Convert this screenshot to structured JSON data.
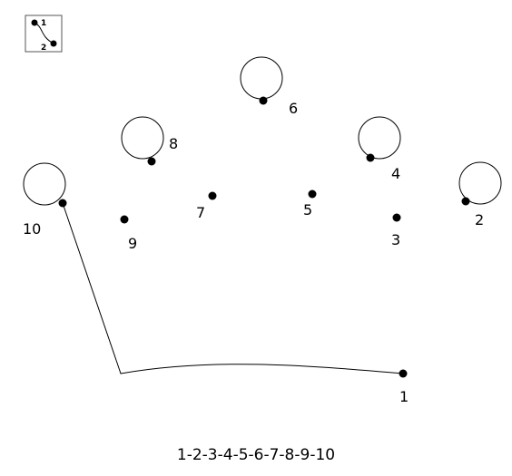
{
  "legend": {
    "first": "1",
    "second": "2",
    "icon": "connect-dots-icon"
  },
  "dots": [
    {
      "label": "1"
    },
    {
      "label": "2"
    },
    {
      "label": "3"
    },
    {
      "label": "4"
    },
    {
      "label": "5"
    },
    {
      "label": "6"
    },
    {
      "label": "7"
    },
    {
      "label": "8"
    },
    {
      "label": "9"
    },
    {
      "label": "10"
    }
  ],
  "sequence": "1-2-3-4-5-6-7-8-9-10"
}
